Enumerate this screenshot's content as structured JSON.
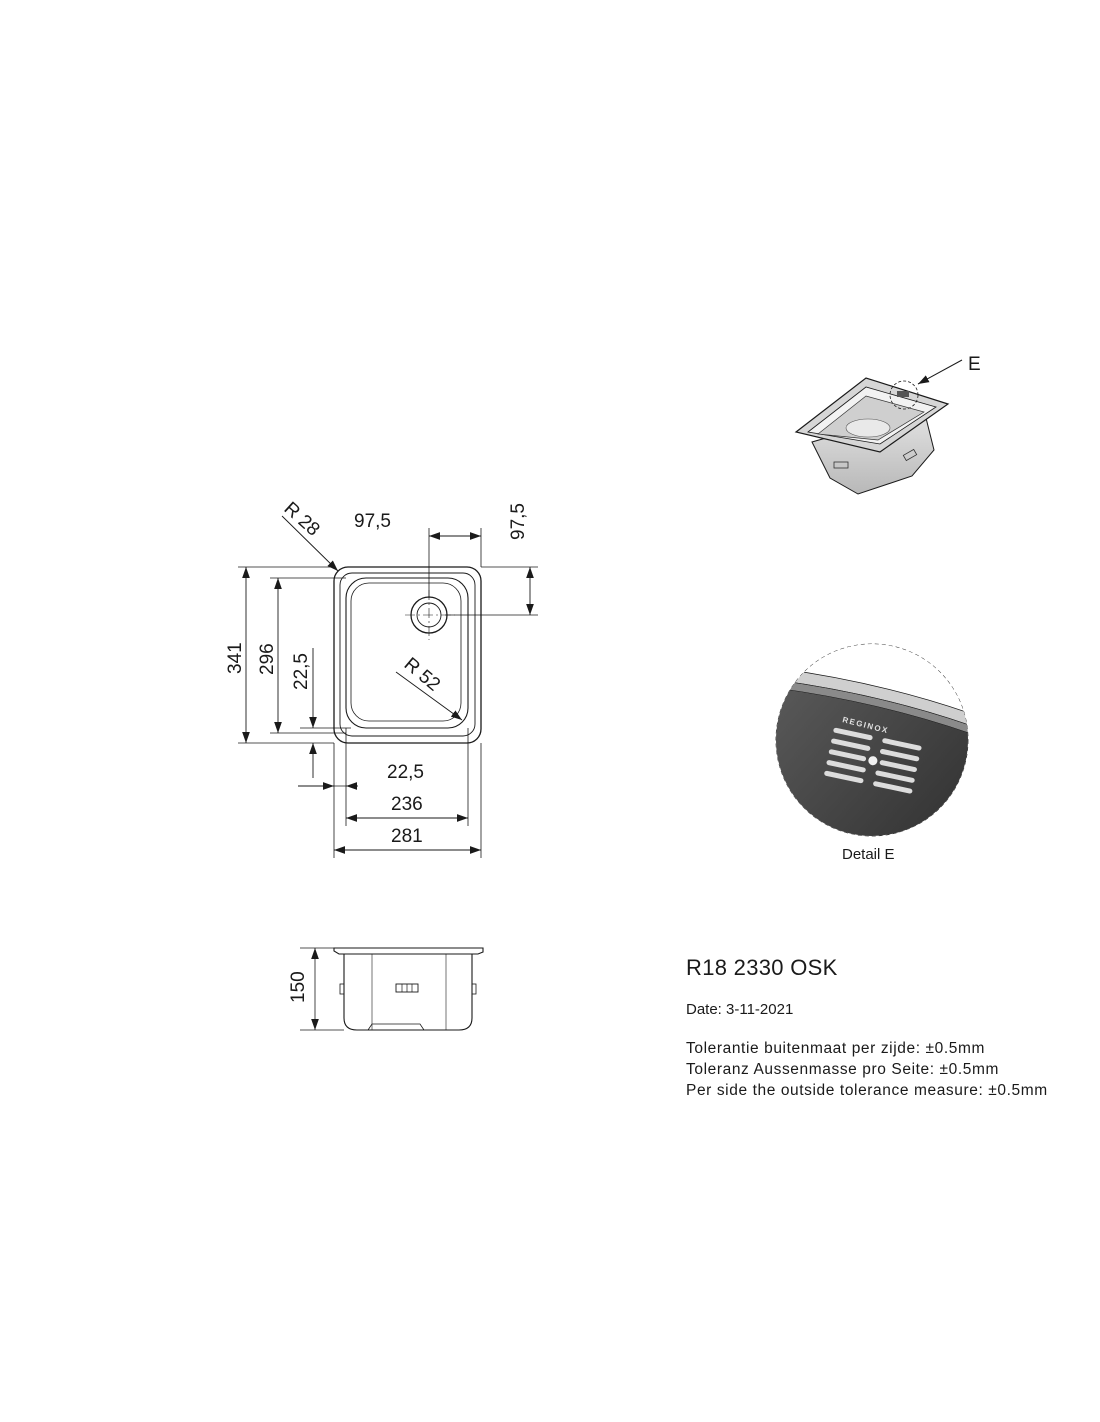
{
  "drawing": {
    "dimensions": {
      "r28": "R 28",
      "d97_5_top": "97,5",
      "d97_5_right": "97,5",
      "d341": "341",
      "d296": "296",
      "d22_5_left": "22,5",
      "r52": "R 52",
      "d22_5_bottom": "22,5",
      "d236": "236",
      "d281": "281",
      "d150": "150"
    },
    "detail_marker": "E",
    "detail_caption": "Detail E",
    "detail_logo": "REGINOX"
  },
  "title_block": {
    "title": "R18 2330 OSK",
    "date": "Date: 3-11-2021",
    "tolerances": [
      "Tolerantie buitenmaat per zijde: ±0.5mm",
      "Toleranz Aussenmasse pro Seite: ±0.5mm",
      "Per side the outside tolerance measure: ±0.5mm"
    ]
  }
}
